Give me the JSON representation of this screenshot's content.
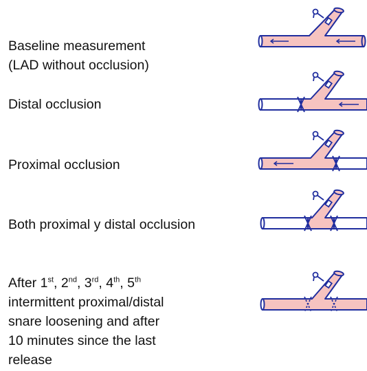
{
  "rows": [
    {
      "label_lines": [
        "Baseline measurement",
        "(LAD without occlusion)"
      ]
    },
    {
      "label_lines": [
        "Distal occlusion"
      ]
    },
    {
      "label_lines": [
        "Proximal occlusion"
      ]
    },
    {
      "label_lines": [
        "Both proximal y distal occlusion"
      ]
    },
    {
      "label_lines": [
        "intermittent proximal/distal",
        "snare loosening and after",
        "10 minutes since the last",
        "release"
      ],
      "first_line": {
        "prefix": "After 1",
        "sup1": "st",
        "t2": ", 2",
        "sup2": "nd",
        "t3": ", 3",
        "sup3": "rd",
        "t4": ", 4",
        "sup4": "th",
        "t5": ", 5",
        "sup5": "th"
      }
    }
  ],
  "colors": {
    "vessel_outline": "#1f2d9e",
    "blood_fill": "#f6c3c0",
    "background": "#ffffff"
  }
}
